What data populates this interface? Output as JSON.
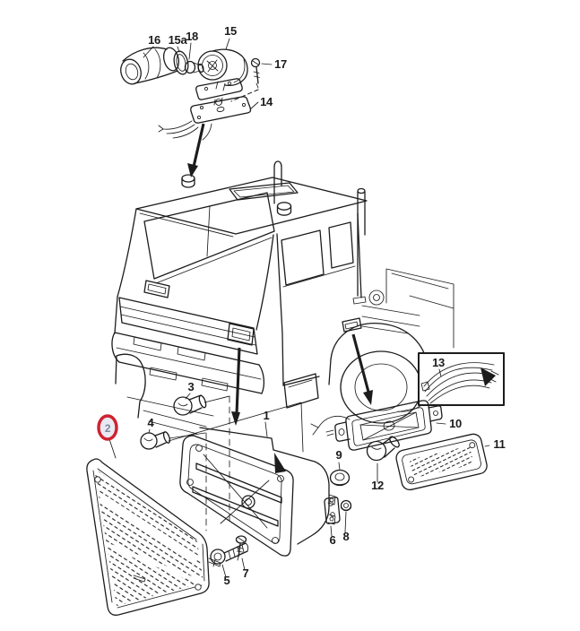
{
  "diagram": {
    "kind": "exploded-parts-diagram",
    "subject": "truck-cab front turn indicator and marker lamps"
  },
  "colors": {
    "background": "#ffffff",
    "line": "#1c1c1c",
    "highlight_ring": "#cf2130",
    "highlight_fill": "#e9e9f1",
    "highlight_text": "#7b87a3"
  },
  "callouts": {
    "c1": "1",
    "c2": "2",
    "c3": "3",
    "c4": "4",
    "c5": "5",
    "c6": "6",
    "c7": "7",
    "c8": "8",
    "c9": "9",
    "c10": "10",
    "c11": "11",
    "c12": "12",
    "c13": "13",
    "c14": "14",
    "c15": "15",
    "c15a": "15a",
    "c16": "16",
    "c17": "17",
    "c18": "18"
  },
  "highlight": {
    "selected_callout": "2"
  }
}
